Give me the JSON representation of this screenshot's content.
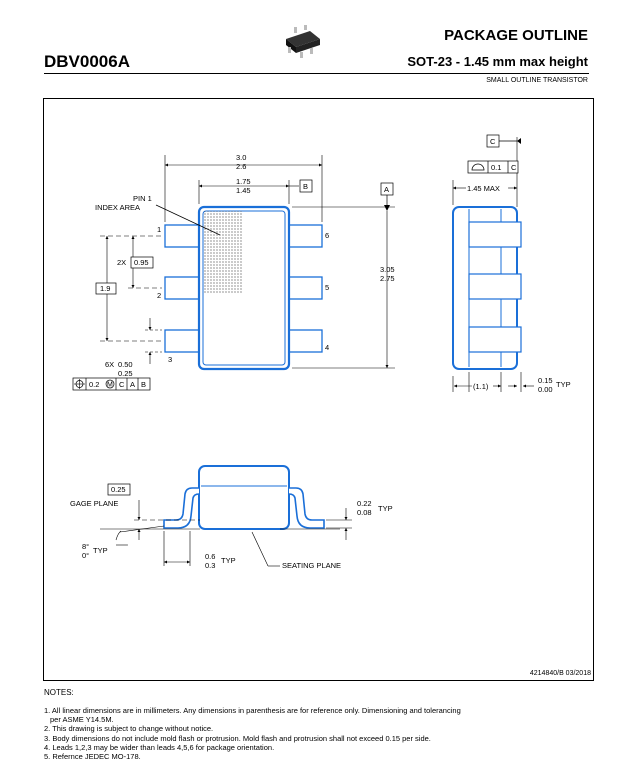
{
  "header": {
    "package_name": "DBV0006A",
    "title": "PACKAGE OUTLINE",
    "subtitle": "SOT-23 - 1.45 mm max height",
    "description": "SMALL OUTLINE TRANSISTOR"
  },
  "top_view": {
    "overall_width_max": "3.0",
    "overall_width_min": "2.6",
    "body_width_max": "1.75",
    "body_width_min": "1.45",
    "datum_b": "B",
    "datum_a": "A",
    "pin1_label": "PIN 1",
    "index_area_label": "INDEX AREA",
    "pin_numbers": [
      "1",
      "2",
      "3",
      "4",
      "5",
      "6"
    ],
    "pitch_prefix": "2X",
    "pitch": "0.95",
    "span": "1.9",
    "length_max": "3.05",
    "length_min": "2.75",
    "lead_width_prefix": "6X",
    "lead_width_max": "0.50",
    "lead_width_min": "0.25",
    "tolerance_value": "0.2",
    "tolerance_datum_c": "C",
    "tolerance_datum_a": "A",
    "tolerance_datum_b": "B"
  },
  "side_view": {
    "datum_c": "C",
    "flatness_value": "0.1",
    "flatness_datum": "C",
    "height_label": "1.45 MAX",
    "ref_dim": "(1.1)",
    "standoff_max": "0.15",
    "standoff_min": "0.00",
    "standoff_suffix": "TYP"
  },
  "section_view": {
    "gage_value": "0.25",
    "gage_label": "GAGE PLANE",
    "angle_max": "8°",
    "angle_min": "0°",
    "angle_suffix": "TYP",
    "foot_max": "0.6",
    "foot_min": "0.3",
    "foot_suffix": "TYP",
    "seating_label": "SEATING PLANE",
    "thickness_max": "0.22",
    "thickness_min": "0.08",
    "thickness_suffix": "TYP"
  },
  "doc_number": "4214840/B   03/2018",
  "notes": {
    "heading": "NOTES:",
    "items": [
      "1. All linear dimensions are in millimeters. Any dimensions in parenthesis are for reference only. Dimensioning and tolerancing",
      "    per ASME Y14.5M.",
      "2. This drawing is subject to change without notice.",
      "3. Body dimensions do not include mold flash or protrusion. Mold flash and protrusion shall not exceed 0.15 per side.",
      "4. Leads 1,2,3 may be wider than leads 4,5,6 for package orientation.",
      "5. Refernce JEDEC MO-178."
    ]
  },
  "colors": {
    "outline_blue": "#1a6fd8",
    "line_black": "#000000"
  }
}
